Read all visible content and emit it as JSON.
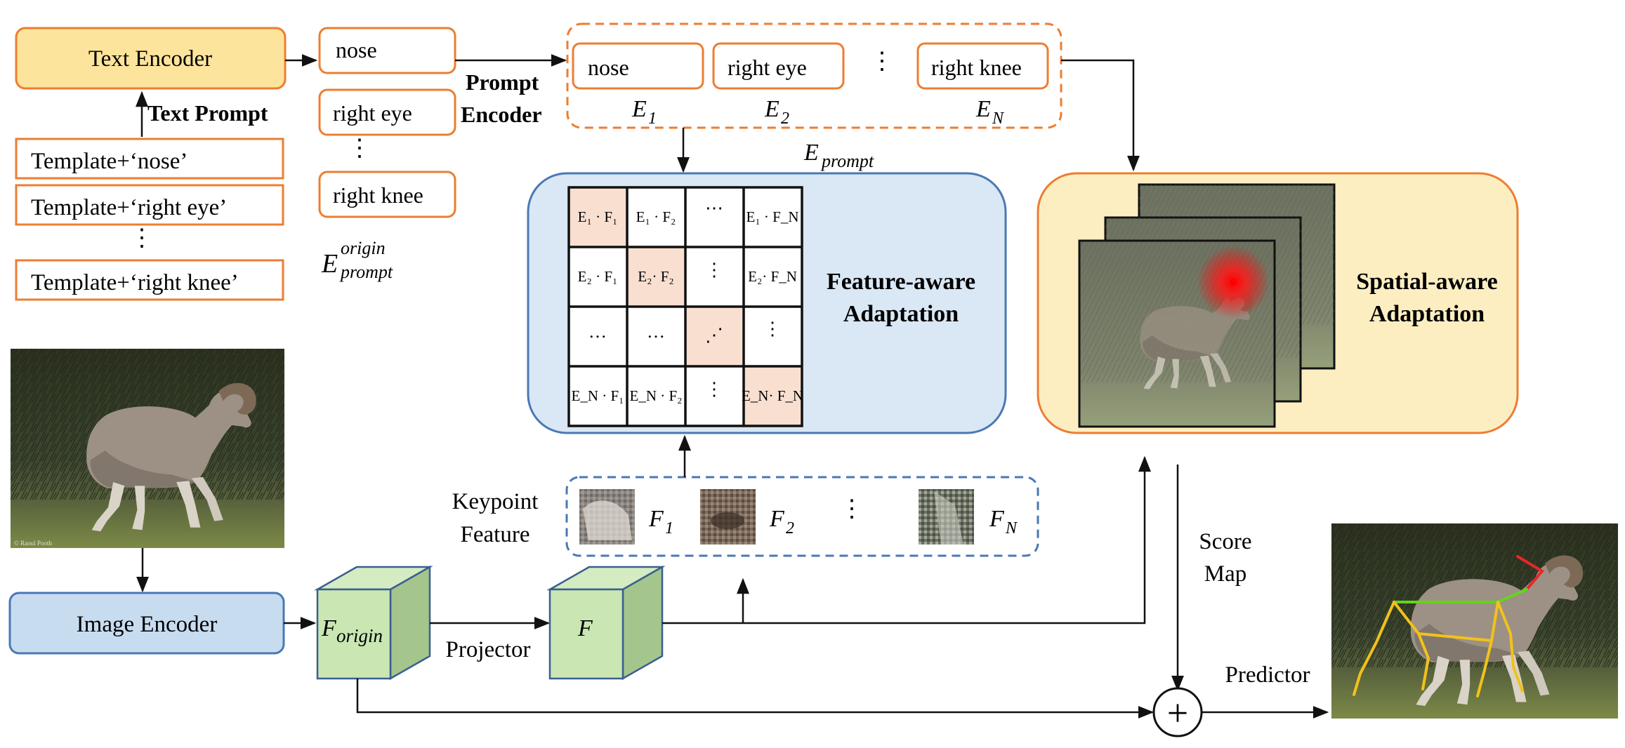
{
  "top": {
    "text_encoder": "Text Encoder",
    "text_prompt_label": "Text Prompt",
    "templates": [
      "Template+‘nose’",
      "Template+‘right eye’",
      "⋮",
      "Template+‘right knee’"
    ],
    "origin_prompts": [
      "nose",
      "right eye",
      "⋮",
      "right knee"
    ],
    "origin_symbol": "E",
    "origin_sup": "origin",
    "origin_sub": "prompt",
    "prompt_encoder_label": [
      "Prompt",
      "Encoder"
    ],
    "encoded_prompts": [
      {
        "text": "nose",
        "symbol": "E",
        "sub": "1"
      },
      {
        "text": "right eye",
        "symbol": "E",
        "sub": "2"
      },
      {
        "text": "⋮",
        "symbol": "",
        "sub": ""
      },
      {
        "text": "right knee",
        "symbol": "E",
        "sub": "N"
      }
    ],
    "prompt_symbol": "E",
    "prompt_sub": "prompt"
  },
  "feature_aware": {
    "title": [
      "Feature-aware",
      "Adaptation"
    ],
    "grid": [
      [
        "E₁ · F₁",
        "E₁ · F₂",
        "⋯",
        "E₁ · F_N"
      ],
      [
        "E₂ · F₁",
        "E₂· F₂",
        "⋮",
        "E₂· F_N"
      ],
      [
        "…",
        "…",
        "⋰",
        "⋮"
      ],
      [
        "E_N · F₁",
        "E_N · F₂",
        "⋮",
        "E_N· F_N"
      ]
    ],
    "highlight_color": "#f9dfd0"
  },
  "spatial_aware": {
    "title": [
      "Spatial-aware",
      "Adaptation"
    ],
    "heat_color": "#ff0000"
  },
  "keypoint_feature": {
    "label": [
      "Keypoint",
      "Feature"
    ],
    "items": [
      {
        "symbol": "F",
        "sub": "1"
      },
      {
        "symbol": "F",
        "sub": "2"
      },
      {
        "symbol": "⋮",
        "sub": ""
      },
      {
        "symbol": "F",
        "sub": "N"
      }
    ]
  },
  "bottom": {
    "image_encoder": "Image Encoder",
    "f_origin_symbol": "F",
    "f_origin_sub": "origin",
    "projector": "Projector",
    "f_symbol": "F",
    "score_map": [
      "Score",
      "Map"
    ],
    "plus": "+",
    "predictor": "Predictor",
    "watermark": "© Raoul Pooth"
  },
  "colors": {
    "text_encoder_fill": "#fde49c",
    "orange_border": "#ed7d31",
    "blue_fill": "#dae7f4",
    "blue_border": "#4a78b5",
    "yellow_fill": "#fdeec2",
    "green_front": "#c9e6b3",
    "green_side": "#a4c68d",
    "cube_border": "#3a5f8f",
    "skeleton_red": "#e8262a",
    "skeleton_green": "#66d21e",
    "skeleton_yellow": "#f2c21a"
  }
}
